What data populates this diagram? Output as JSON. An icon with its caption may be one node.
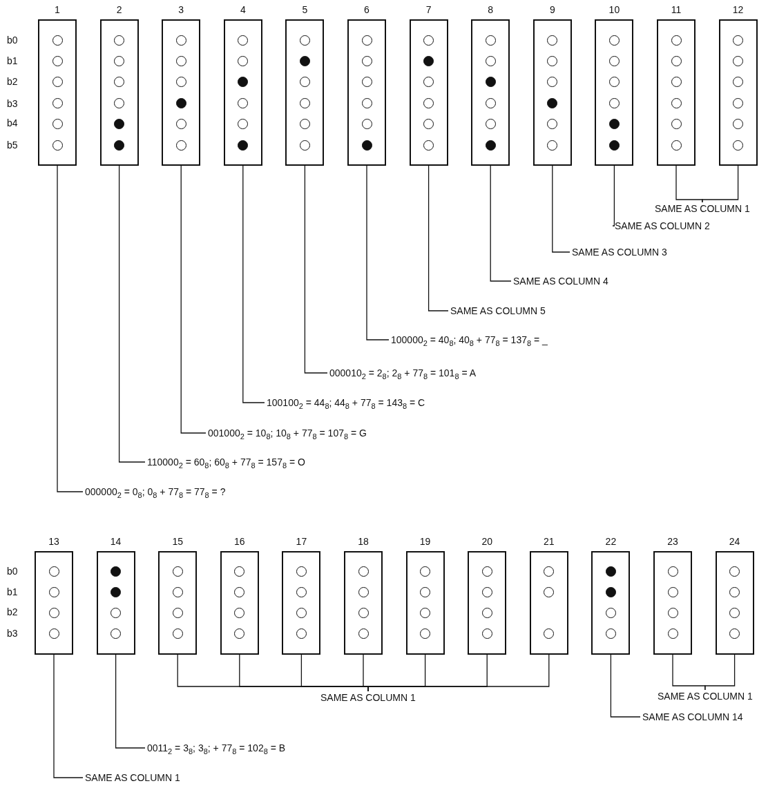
{
  "diagram": {
    "nodes": [
      {
        "text": [
          "1"
        ]
      },
      {
        "text": [],
        "shape": "circle",
        "in": 0
      },
      {
        "text": [],
        "shape": "circle",
        "in": 0
      },
      {
        "text": [],
        "shape": "circle",
        "in": 0
      },
      {
        "text": [],
        "shape": "circle",
        "in": 0
      },
      {
        "text": [],
        "shape": "circle",
        "in": 0
      },
      {
        "text": [],
        "shape": "circle",
        "in": 0
      },
      {
        "text": [
          "2"
        ]
      },
      {
        "text": [],
        "shape": "circle",
        "in": 7
      },
      {
        "text": [],
        "shape": "circle",
        "in": 7
      },
      {
        "text": [],
        "shape": "circle",
        "in": 7
      },
      {
        "text": [],
        "shape": "circle",
        "in": 7
      },
      {
        "text": [],
        "shape": "dot",
        "in": 7
      },
      {
        "text": [],
        "shape": "dot",
        "in": 7
      },
      {
        "text": [
          "3"
        ]
      },
      {
        "text": [],
        "shape": "circle",
        "in": 14
      },
      {
        "text": [],
        "shape": "circle",
        "in": 14
      },
      {
        "text": [],
        "shape": "circle",
        "in": 14
      },
      {
        "text": [],
        "shape": "dot",
        "in": 14
      },
      {
        "text": [],
        "shape": "circle",
        "in": 14
      },
      {
        "text": [],
        "shape": "circle",
        "in": 14
      },
      {
        "text": [
          "4"
        ]
      },
      {
        "text": [],
        "shape": "circle",
        "in": 21
      },
      {
        "text": [],
        "shape": "circle",
        "in": 21
      },
      {
        "text": [],
        "shape": "dot",
        "in": 21
      },
      {
        "text": [],
        "shape": "circle",
        "in": 21
      },
      {
        "text": [],
        "shape": "circle",
        "in": 21
      },
      {
        "text": [],
        "shape": "dot",
        "in": 21
      },
      {
        "text": [
          "5"
        ]
      },
      {
        "text": [],
        "shape": "circle",
        "in": 28
      },
      {
        "text": [],
        "shape": "dot",
        "in": 28
      },
      {
        "text": [],
        "shape": "circle",
        "in": 28
      },
      {
        "text": [],
        "shape": "circle",
        "in": 28
      },
      {
        "text": [],
        "shape": "circle",
        "in": 28
      },
      {
        "text": [],
        "shape": "circle",
        "in": 28
      },
      {
        "text": [
          "6"
        ]
      },
      {
        "text": [],
        "shape": "circle",
        "in": 35
      },
      {
        "text": [],
        "shape": "circle",
        "in": 35
      },
      {
        "text": [],
        "shape": "circle",
        "in": 35
      },
      {
        "text": [],
        "shape": "circle",
        "in": 35
      },
      {
        "text": [],
        "shape": "circle",
        "in": 35
      },
      {
        "text": [],
        "shape": "dot",
        "in": 35
      },
      {
        "text": [
          "7"
        ]
      },
      {
        "text": [],
        "shape": "circle",
        "in": 42
      },
      {
        "text": [],
        "shape": "dot",
        "in": 42
      },
      {
        "text": [],
        "shape": "circle",
        "in": 42
      },
      {
        "text": [],
        "shape": "circle",
        "in": 42
      },
      {
        "text": [],
        "shape": "circle",
        "in": 42
      },
      {
        "text": [],
        "shape": "circle",
        "in": 42
      },
      {
        "text": [
          "8"
        ]
      },
      {
        "text": [],
        "shape": "circle",
        "in": 49
      },
      {
        "text": [],
        "shape": "circle",
        "in": 49
      },
      {
        "text": [],
        "shape": "dot",
        "in": 49
      },
      {
        "text": [],
        "shape": "circle",
        "in": 49
      },
      {
        "text": [],
        "shape": "circle",
        "in": 49
      },
      {
        "text": [],
        "shape": "dot",
        "in": 49
      },
      {
        "text": [
          "9"
        ]
      },
      {
        "text": [],
        "shape": "circle",
        "in": 56
      },
      {
        "text": [],
        "shape": "circle",
        "in": 56
      },
      {
        "text": [],
        "shape": "circle",
        "in": 56
      },
      {
        "text": [],
        "shape": "dot",
        "in": 56
      },
      {
        "text": [],
        "shape": "circle",
        "in": 56
      },
      {
        "text": [],
        "shape": "circle",
        "in": 56
      },
      {
        "text": [
          "10"
        ]
      },
      {
        "text": [],
        "shape": "circle",
        "in": 63
      },
      {
        "text": [],
        "shape": "circle",
        "in": 63
      },
      {
        "text": [],
        "shape": "circle",
        "in": 63
      },
      {
        "text": [],
        "shape": "circle",
        "in": 63
      },
      {
        "text": [],
        "shape": "dot",
        "in": 63
      },
      {
        "text": [],
        "shape": "dot",
        "in": 63
      },
      {
        "text": [
          "11"
        ]
      },
      {
        "text": [],
        "shape": "circle",
        "in": 70
      },
      {
        "text": [],
        "shape": "circle",
        "in": 70
      },
      {
        "text": [],
        "shape": "circle",
        "in": 70
      },
      {
        "text": [],
        "shape": "circle",
        "in": 70
      },
      {
        "text": [],
        "shape": "circle",
        "in": 70
      },
      {
        "text": [],
        "shape": "circle",
        "in": 70
      },
      {
        "text": [
          "12"
        ]
      },
      {
        "text": [],
        "shape": "circle",
        "in": 77
      },
      {
        "text": [],
        "shape": "circle",
        "in": 77
      },
      {
        "text": [],
        "shape": "circle",
        "in": 77
      },
      {
        "text": [],
        "shape": "circle",
        "in": 77
      },
      {
        "text": [],
        "shape": "circle",
        "in": 77
      },
      {
        "text": [],
        "shape": "circle",
        "in": 77
      },
      {
        "text": [
          "13"
        ]
      },
      {
        "text": [],
        "shape": "circle",
        "in": 84
      },
      {
        "text": [],
        "shape": "circle",
        "in": 84
      },
      {
        "text": [],
        "shape": "circle",
        "in": 84
      },
      {
        "text": [],
        "shape": "circle",
        "in": 84
      },
      {
        "text": [
          "14"
        ]
      },
      {
        "text": [],
        "shape": "dot",
        "in": 89
      },
      {
        "text": [],
        "shape": "dot",
        "in": 89
      },
      {
        "text": [],
        "shape": "circle",
        "in": 89
      },
      {
        "text": [],
        "shape": "circle",
        "in": 89
      },
      {
        "text": [
          "15"
        ]
      },
      {
        "text": [],
        "shape": "circle",
        "in": 94
      },
      {
        "text": [],
        "shape": "circle",
        "in": 94
      },
      {
        "text": [],
        "shape": "circle",
        "in": 94
      },
      {
        "text": [],
        "shape": "circle",
        "in": 94
      },
      {
        "text": [
          "16"
        ]
      },
      {
        "text": [],
        "shape": "circle",
        "in": 99
      },
      {
        "text": [],
        "shape": "circle",
        "in": 99
      },
      {
        "text": [],
        "shape": "circle",
        "in": 99
      },
      {
        "text": [],
        "shape": "circle",
        "in": 99
      },
      {
        "text": [
          "17"
        ]
      },
      {
        "text": [],
        "shape": "circle",
        "in": 104
      },
      {
        "text": [],
        "shape": "circle",
        "in": 104
      },
      {
        "text": [],
        "shape": "circle",
        "in": 104
      },
      {
        "text": [],
        "shape": "circle",
        "in": 104
      },
      {
        "text": [
          "18"
        ]
      },
      {
        "text": [],
        "shape": "circle",
        "in": 109
      },
      {
        "text": [],
        "shape": "circle",
        "in": 109
      },
      {
        "text": [],
        "shape": "circle",
        "in": 109
      },
      {
        "text": [],
        "shape": "circle",
        "in": 109
      },
      {
        "text": [
          "19"
        ]
      },
      {
        "text": [],
        "shape": "circle",
        "in": 114
      },
      {
        "text": [],
        "shape": "circle",
        "in": 114
      },
      {
        "text": [],
        "shape": "circle",
        "in": 114
      },
      {
        "text": [],
        "shape": "circle",
        "in": 114
      },
      {
        "text": [
          "20"
        ]
      },
      {
        "text": [],
        "shape": "circle",
        "in": 119
      },
      {
        "text": [],
        "shape": "circle",
        "in": 119
      },
      {
        "text": [],
        "shape": "circle",
        "in": 119
      },
      {
        "text": [],
        "shape": "circle",
        "in": 119
      },
      {
        "text": [
          "21"
        ]
      },
      {
        "text": [],
        "shape": "circle",
        "in": 124
      },
      {
        "text": [],
        "shape": "circle",
        "in": 124
      },
      {
        "text": [],
        "shape": "circle",
        "in": 124
      },
      {
        "text": [
          "22"
        ]
      },
      {
        "text": [],
        "shape": "dot",
        "in": 128
      },
      {
        "text": [],
        "shape": "dot",
        "in": 128
      },
      {
        "text": [],
        "shape": "circle",
        "in": 128
      },
      {
        "text": [],
        "shape": "circle",
        "in": 128
      },
      {
        "text": [
          "23"
        ]
      },
      {
        "text": [],
        "shape": "circle",
        "in": 133
      },
      {
        "text": [],
        "shape": "circle",
        "in": 133
      },
      {
        "text": [],
        "shape": "circle",
        "in": 133
      },
      {
        "text": [],
        "shape": "circle",
        "in": 133
      },
      {
        "text": [
          "24"
        ]
      },
      {
        "text": [],
        "shape": "circle",
        "in": 138
      },
      {
        "text": [],
        "shape": "circle",
        "in": 138
      },
      {
        "text": [],
        "shape": "circle",
        "in": 138
      },
      {
        "text": [],
        "shape": "circle",
        "in": 138
      },
      {
        "text": [
          "SAME AS COLUMN 1"
        ]
      },
      {
        "text": [
          "SAME AS COLUMN 2"
        ]
      },
      {
        "text": [
          "SAME AS COLUMN 3"
        ]
      },
      {
        "text": [
          "SAME AS COLUMN 4"
        ]
      },
      {
        "text": [
          "SAME AS COLUMN 5"
        ]
      },
      {
        "text": [
          "100000$_{2}$ = 40$_{8}$; 40$_{8}$ + 77$_{8}$ = 137$_{8}$ = _"
        ]
      },
      {
        "text": [
          "000010$_{2}$ = 2$_{8}$; 2$_{8}$ + 77$_{8}$ = 101$_{8}$ = A"
        ]
      },
      {
        "text": [
          "100100$_{2}$ = 44$_{8}$; 44$_{8}$ + 77$_{8}$ = 143$_{8}$ = C"
        ]
      },
      {
        "text": [
          "001000$_{2}$ = 10$_{8}$; 10$_{8}$ + 77$_{8}$ = 107$_{8}$ = G"
        ]
      },
      {
        "text": [
          "110000$_{2}$ = 60$_{8}$; 60$_{8}$ + 77$_{8}$ = 157$_{8}$ = O"
        ]
      },
      {
        "text": [
          "000000$_{2}$ = 0$_{8}$; 0$_{8}$ + 77$_{8}$ = 77$_{8}$ = ?"
        ]
      },
      {
        "text": [
          "SAME AS COLUMN 1"
        ]
      },
      {
        "text": [
          "SAME AS COLUMN 1"
        ]
      },
      {
        "text": [
          "SAME AS COLUMN 14"
        ]
      },
      {
        "text": [
          "0011$_{2}$ = 3$_{8}$; 3$_{8}$; + 77$_{8}$ = 102$_{8}$ = B"
        ]
      },
      {
        "text": [
          "SAME AS COLUMN 1"
        ]
      }
    ],
    "edges": [
      {
        "from": 70,
        "to": 143,
        "arrow": "none"
      },
      {
        "from": 77,
        "to": 143,
        "arrow": "none"
      },
      {
        "from": 63,
        "to": 144,
        "arrow": "none"
      },
      {
        "from": 56,
        "to": 145,
        "arrow": "none"
      },
      {
        "from": 49,
        "to": 146,
        "arrow": "none"
      },
      {
        "from": 42,
        "to": 147,
        "arrow": "none"
      },
      {
        "from": 35,
        "to": 148,
        "arrow": "none"
      },
      {
        "from": 28,
        "to": 149,
        "arrow": "none"
      },
      {
        "from": 21,
        "to": 150,
        "arrow": "none"
      },
      {
        "from": 14,
        "to": 151,
        "arrow": "none"
      },
      {
        "from": 7,
        "to": 152,
        "arrow": "none"
      },
      {
        "from": 0,
        "to": 153,
        "arrow": "none"
      },
      {
        "from": 94,
        "to": 154,
        "arrow": "none"
      },
      {
        "from": 99,
        "to": 154,
        "arrow": "none"
      },
      {
        "from": 104,
        "to": 154,
        "arrow": "none"
      },
      {
        "from": 109,
        "to": 154,
        "arrow": "none"
      },
      {
        "from": 114,
        "to": 154,
        "arrow": "none"
      },
      {
        "from": 119,
        "to": 154,
        "arrow": "none"
      },
      {
        "from": 124,
        "to": 154,
        "arrow": "none"
      },
      {
        "from": 133,
        "to": 155,
        "arrow": "none"
      },
      {
        "from": 138,
        "to": 155,
        "arrow": "none"
      },
      {
        "from": 128,
        "to": 156,
        "arrow": "none"
      },
      {
        "from": 89,
        "to": 157,
        "arrow": "none"
      },
      {
        "from": 84,
        "to": 158,
        "arrow": "none"
      }
    ],
    "labels": [
      "b0",
      "b1",
      "b2",
      "b3",
      "b4",
      "b5",
      "b0",
      "b1",
      "b2",
      "b3"
    ]
  }
}
